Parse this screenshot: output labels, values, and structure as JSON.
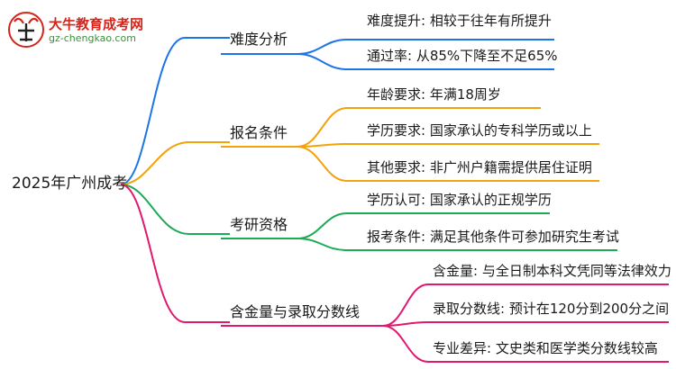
{
  "logo": {
    "title": "大牛教育成考网",
    "url": "gz-chengkao.com"
  },
  "root": {
    "label": "2025年广州成考"
  },
  "branches": [
    {
      "label": "难度分析",
      "color": "#1e73e8",
      "leaves": [
        "难度提升: 相较于往年有所提升",
        "通过率: 从85%下降至不足65%"
      ]
    },
    {
      "label": "报名条件",
      "color": "#f2a20c",
      "leaves": [
        "年龄要求: 年满18周岁",
        "学历要求: 国家承认的专科学历或以上",
        "其他要求: 非广州户籍需提供居住证明"
      ]
    },
    {
      "label": "考研资格",
      "color": "#1aab54",
      "leaves": [
        "学历认可: 国家承认的正规学历",
        "报考条件: 满足其他条件可参加研究生考试"
      ]
    },
    {
      "label": "含金量与录取分数线",
      "color": "#e0196e",
      "leaves": [
        "含金量: 与全日制本科文凭同等法律效力",
        "录取分数线: 预计在120分到200分之间",
        "专业差异: 文史类和医学类分数线较高"
      ]
    }
  ]
}
